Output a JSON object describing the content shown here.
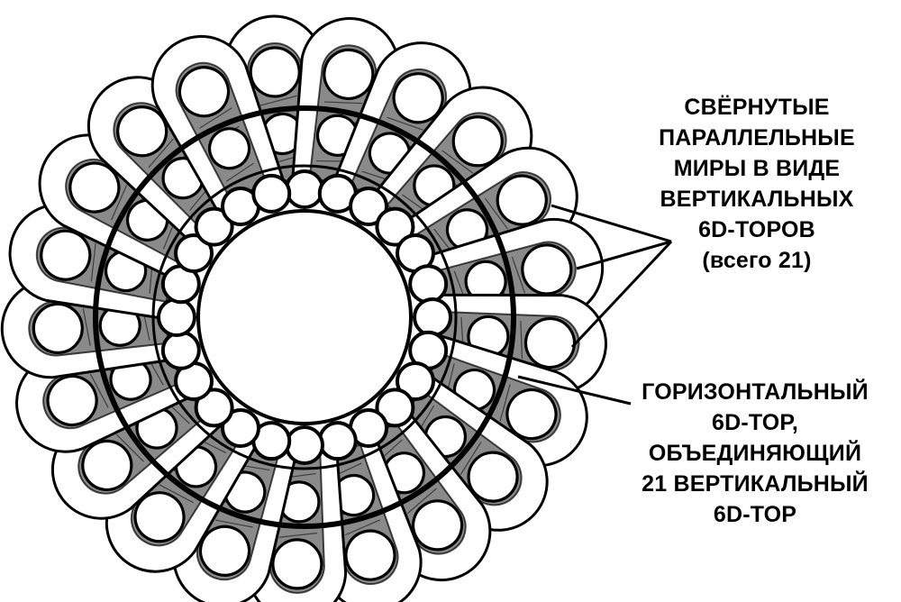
{
  "diagram": {
    "torus_count": 21,
    "colors": {
      "ink": "#000000",
      "paper": "#ffffff",
      "shade": "#8a8a8a"
    }
  },
  "labels": {
    "vertical_tori": {
      "lines": [
        "СВЁРНУТЫЕ",
        "ПАРАЛЛЕЛЬНЫЕ",
        "МИРЫ В ВИДЕ",
        "ВЕРТИКАЛЬНЫХ",
        "6D-ТОРОВ",
        "(всего 21)"
      ]
    },
    "horizontal_torus": {
      "lines": [
        "ГОРИЗОНТАЛЬНЫЙ",
        "6D-ТОР,",
        "ОБЪЕДИНЯЮЩИЙ",
        "21 ВЕРТИКАЛЬНЫЙ",
        "6D-ТОР"
      ]
    }
  }
}
